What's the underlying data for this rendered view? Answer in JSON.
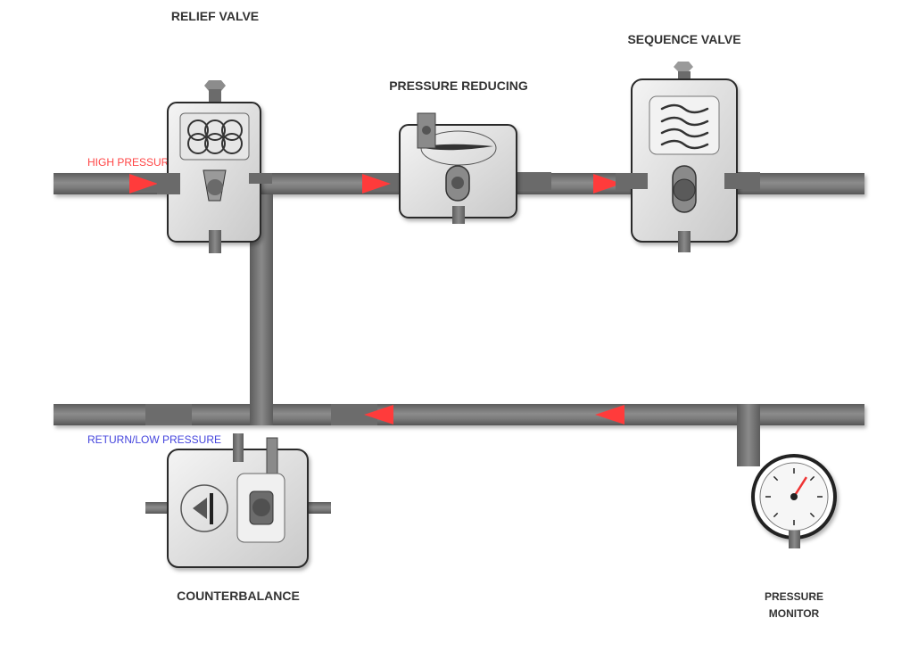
{
  "diagram": {
    "components": {
      "relief_valve": {
        "label": "RELIEF VALVE"
      },
      "pressure_reducing": {
        "label": "PRESSURE REDUCING"
      },
      "sequence_valve": {
        "label": "SEQUENCE VALVE"
      },
      "counterbalance": {
        "label": "COUNTERBALANCE"
      },
      "pressure_monitor": {
        "label_line1": "PRESSURE",
        "label_line2": "MONITOR"
      }
    },
    "lines": {
      "high_pressure": {
        "label": "HIGH PRESSURE",
        "color": "#ff4444",
        "flow_direction": "right"
      },
      "return_low_pressure": {
        "label": "RETURN/LOW PRESSURE",
        "color": "#4444dd",
        "flow_direction": "left"
      }
    },
    "colors": {
      "pipe": "#6e6e6e",
      "pipe_highlight": "#8a8a8a",
      "valve_body": "#e8e8e8",
      "valve_stroke": "#2b2b2b",
      "flow_arrow": "#ff3b3b",
      "gauge_needle": "#ee3333"
    },
    "gauge": {
      "needle_reading_fraction": 0.62
    }
  }
}
